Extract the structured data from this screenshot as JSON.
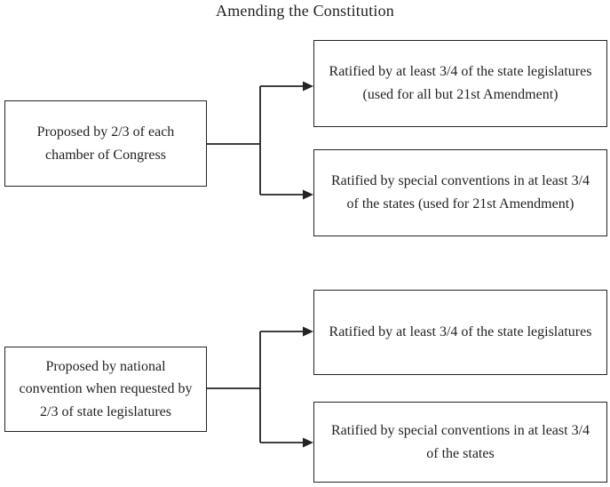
{
  "title": "Amending the Constitution",
  "diagram": {
    "type": "flowchart",
    "colors": {
      "border": "#262223",
      "text": "#231f20",
      "background": "#ffffff"
    },
    "sections": [
      {
        "source": {
          "label": "Proposed by 2/3 of each chamber of Congress"
        },
        "targets": [
          {
            "label": "Ratified by at least 3/4 of the state legislatures (used for all but 21st Amendment)"
          },
          {
            "label": "Ratified by special conventions in at least 3/4 of the states (used for 21st Amendment)"
          }
        ]
      },
      {
        "source": {
          "label": "Proposed by national convention when requested by 2/3 of state legislatures"
        },
        "targets": [
          {
            "label": "Ratified by at least 3/4 of the state legislatures"
          },
          {
            "label": "Ratified by special conventions in at least 3/4 of the states"
          }
        ]
      }
    ]
  }
}
